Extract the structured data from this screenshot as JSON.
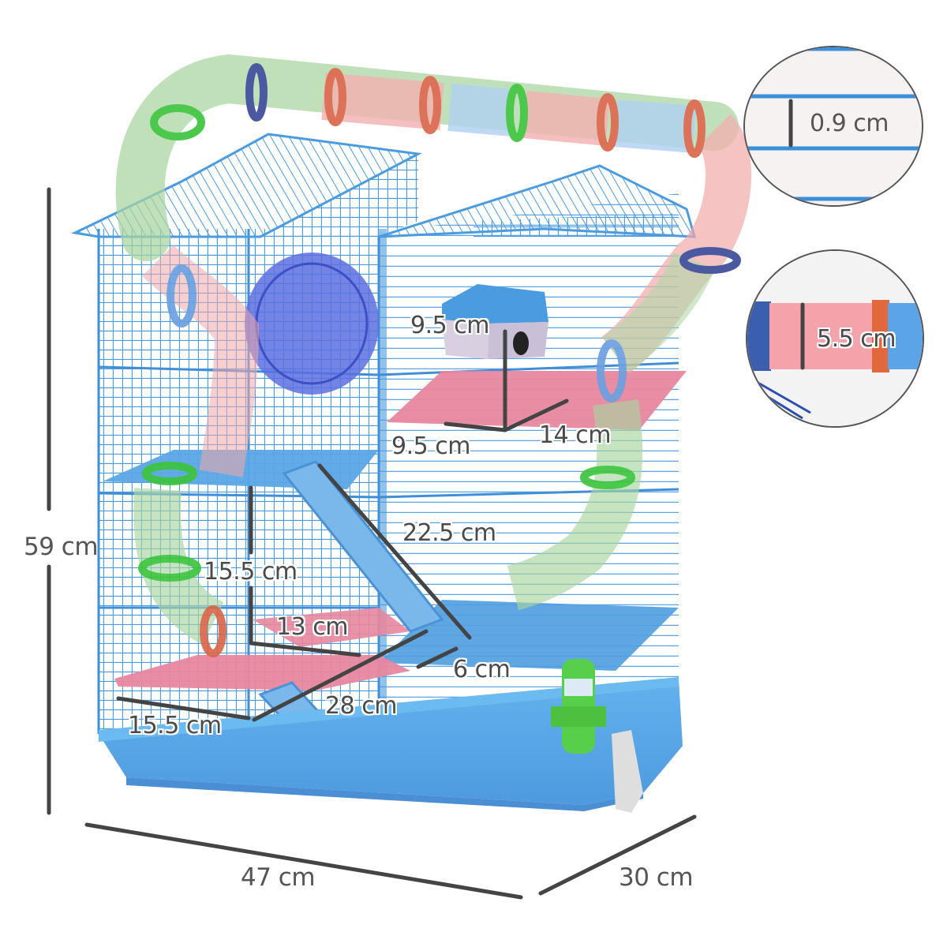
{
  "figure": {
    "subject": "Hamster cage with tubes, dimensions diagram",
    "colors": {
      "wire": "#4a9be0",
      "base": "#58a8e8",
      "platform_pink": "#e8879f",
      "tube_green": "#7fd26a",
      "tube_pink": "#f0a0a0",
      "tube_blue": "#9cc8f0",
      "ring_orange": "#d9664a",
      "ring_green": "#3cc43c",
      "ring_navy": "#3b4b99",
      "wheel": "#5a6ee0",
      "bottle_green": "#56d04a",
      "dim_line": "#444444",
      "text": "#555555"
    }
  },
  "dimensions": {
    "overall_height": "59 cm",
    "overall_width": "47 cm",
    "overall_depth": "30 cm",
    "house_height": "9.5 cm",
    "house_width": "9.5 cm",
    "house_depth": "14 cm",
    "ladder_length": "22.5 cm",
    "level_height": "15.5 cm",
    "lower_platform_depth": "13 cm",
    "ladder_width": "6 cm",
    "lower_platform_width": "28 cm",
    "lower_platform_side": "15.5 cm"
  },
  "insets": [
    {
      "name": "wire-spacing",
      "label": "0.9 cm"
    },
    {
      "name": "tube-diameter",
      "label": "5.5 cm"
    }
  ]
}
